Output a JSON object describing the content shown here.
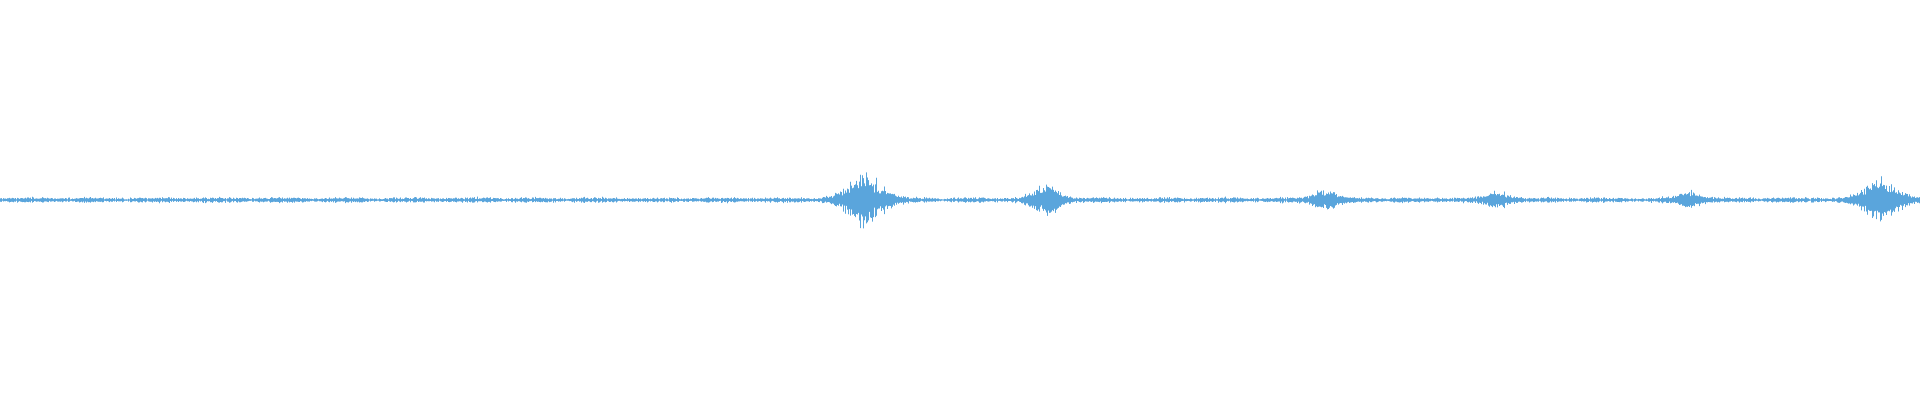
{
  "waveform": {
    "color": "#5aa5dc",
    "burst_positions": [
      0.45,
      0.545,
      0.69,
      0.78,
      0.88,
      0.98
    ],
    "burst_strengths": [
      1.0,
      0.55,
      0.35,
      0.3,
      0.3,
      0.85
    ],
    "base_amplitude_ratio": 0.006
  }
}
